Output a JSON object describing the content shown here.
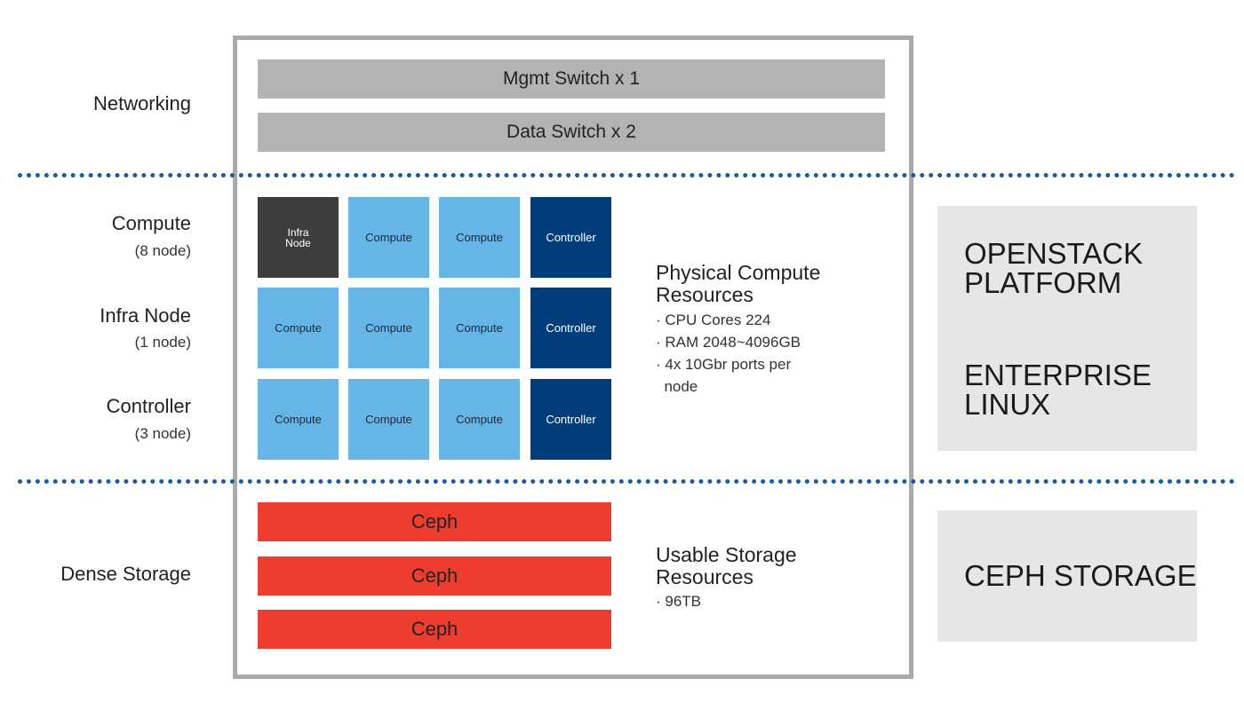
{
  "networking": {
    "label": "Networking",
    "mgmt_switch": "Mgmt Switch x 1",
    "data_switch": "Data Switch x 2"
  },
  "compute_section": {
    "labels": [
      {
        "title": "Compute",
        "sub": "(8 node)"
      },
      {
        "title": "Infra Node",
        "sub": "(1 node)"
      },
      {
        "title": "Controller",
        "sub": "(3 node)"
      }
    ],
    "nodes": [
      [
        "Infra Node",
        "Compute",
        "Compute",
        "Controller"
      ],
      [
        "Compute",
        "Compute",
        "Compute",
        "Controller"
      ],
      [
        "Compute",
        "Compute",
        "Compute",
        "Controller"
      ]
    ],
    "resources": {
      "title_line1": "Physical Compute",
      "title_line2": "Resources",
      "items": [
        "· CPU Cores 224",
        "· RAM 2048~4096GB",
        "· 4x 10Gbr ports per",
        "  node"
      ]
    }
  },
  "storage_section": {
    "label": "Dense Storage",
    "ceph": [
      "Ceph",
      "Ceph",
      "Ceph"
    ],
    "resources": {
      "title_line1": "Usable Storage",
      "title_line2": "Resources",
      "items": [
        "· 96TB"
      ]
    }
  },
  "side_panels": {
    "openstack_line1": "OPENSTACK",
    "openstack_line2": "PLATFORM",
    "linux_line1": "ENTERPRISE",
    "linux_line2": "LINUX",
    "ceph_storage": "CEPH STORAGE"
  },
  "colors": {
    "infra": "#3d3d3f",
    "compute": "#65b5e6",
    "controller": "#003d7a",
    "ceph": "#ee3d2e",
    "switch": "#b3b3b5",
    "divider": "#1a5aa0",
    "side_panel": "#e6e6e7"
  }
}
